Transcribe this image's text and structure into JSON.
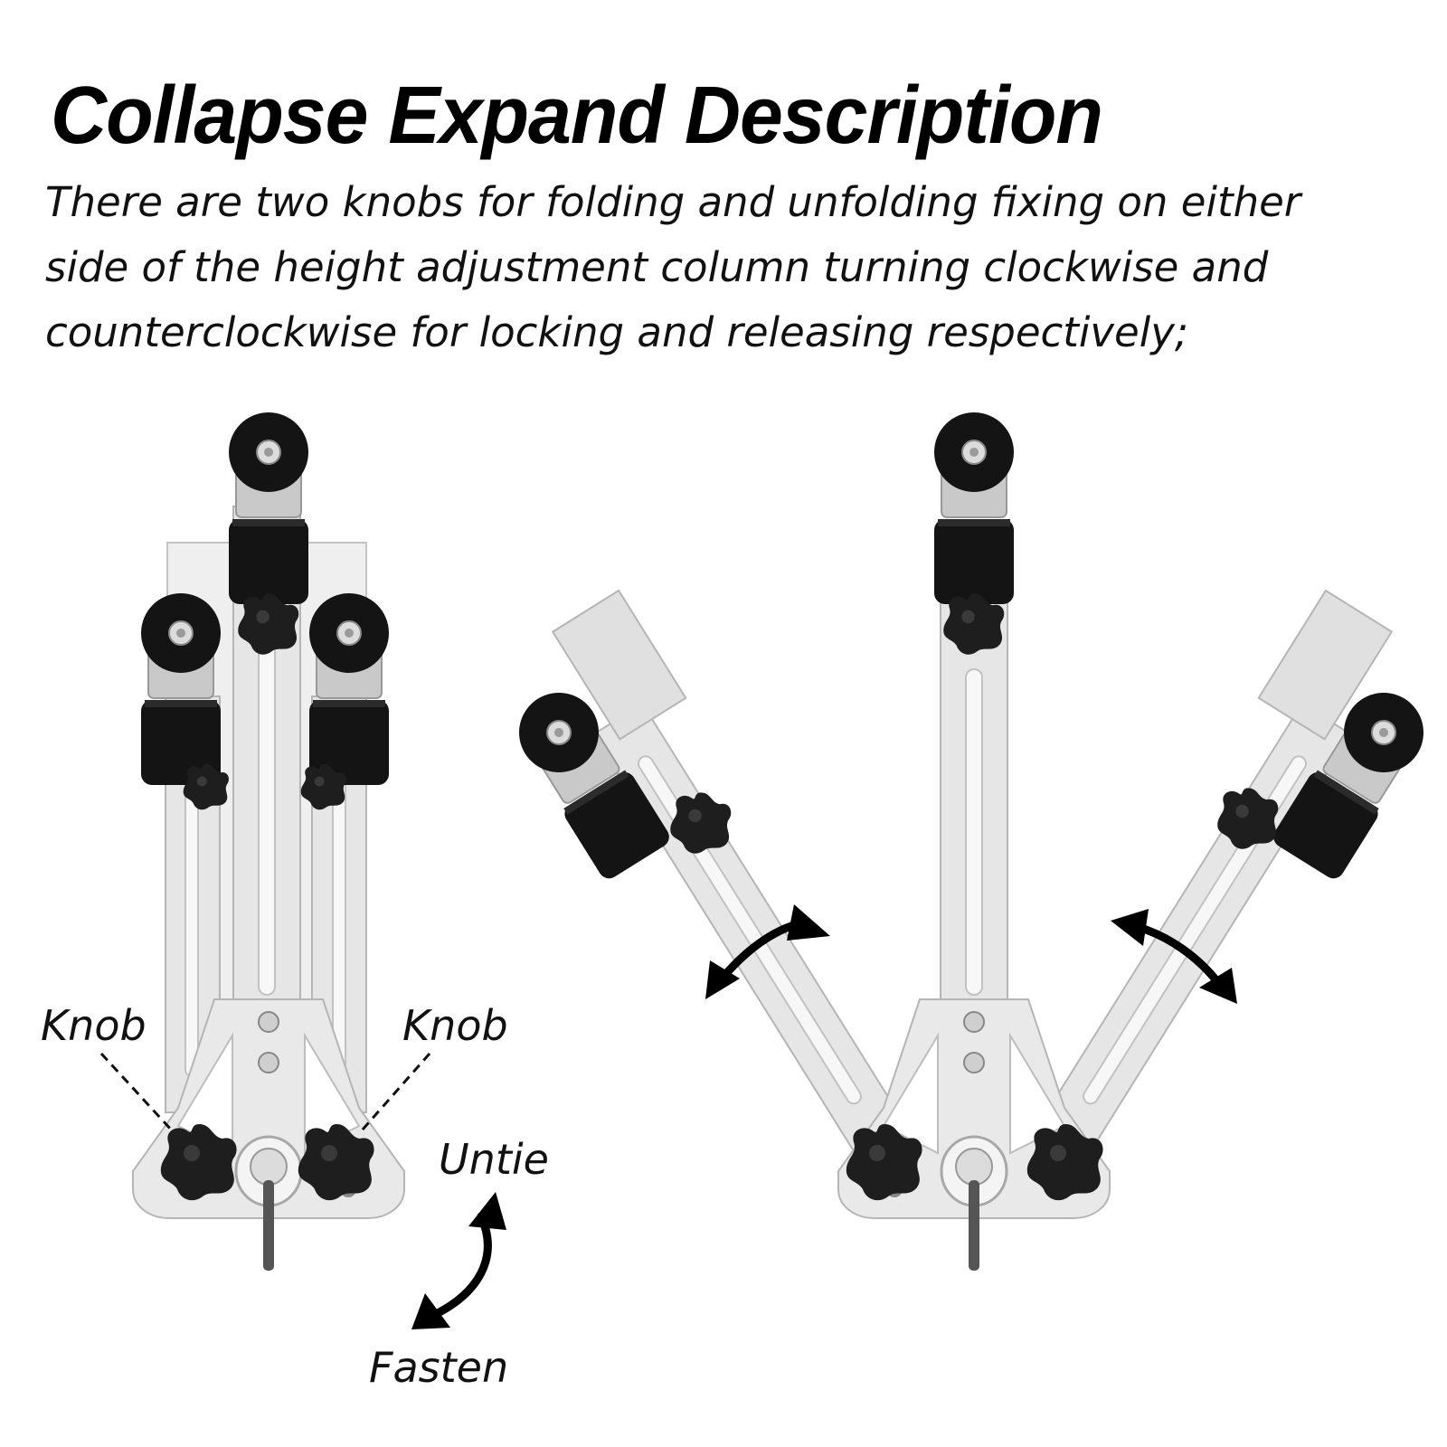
{
  "header": {
    "title": "Collapse Expand Description",
    "description_lines": [
      "There are two knobs for folding and unfolding fixing on either",
      "side of the height adjustment column turning clockwise and",
      "counterclockwise for locking and releasing respectively;"
    ]
  },
  "labels": {
    "knob_left": "Knob",
    "knob_right": "Knob",
    "untie": "Untie",
    "fasten": "Fasten"
  },
  "colors": {
    "frame": "#e6e6e6",
    "frame_edge": "#b5b5b5",
    "slot": "#f7f7f7",
    "roller": "#141414",
    "knob": "#1e1e1e",
    "arrow": "#000000"
  },
  "icons": {
    "roller": "roller-wheel-icon",
    "knob": "star-knob-icon",
    "arrow": "curved-double-arrow-icon"
  }
}
